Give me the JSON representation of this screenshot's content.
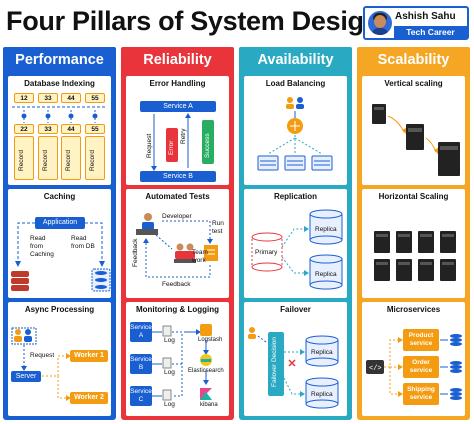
{
  "title": "Four Pillars of System Design",
  "author": {
    "name": "Ashish Sahu",
    "role": "Tech Career Coach"
  },
  "colors": {
    "performance": "#1a5fd1",
    "reliability": "#e8343a",
    "availability": "#2aa9c2",
    "scalability": "#f5a623",
    "blue": "#1a5fd1",
    "orange": "#f39c12"
  },
  "pillars": {
    "performance": {
      "title": "Performance",
      "db_indexing": {
        "title": "Database Indexing",
        "index_top": [
          "12",
          "33",
          "44",
          "55"
        ],
        "index_bottom": [
          "22",
          "33",
          "44",
          "55"
        ],
        "record_label": "Record"
      },
      "caching": {
        "title": "Caching",
        "application": "Application",
        "read_cache": "Read from Caching",
        "read_db": "Read from DB"
      },
      "async": {
        "title": "Async Processing",
        "request": "Request",
        "server": "Server",
        "worker1": "Worker 1",
        "worker2": "Worker 2"
      }
    },
    "reliability": {
      "title": "Reliability",
      "error_handling": {
        "title": "Error Handling",
        "service_a": "Service A",
        "service_b": "Service B",
        "request": "Request",
        "retry": "Retry",
        "error": "Error",
        "success": "Success"
      },
      "automated_tests": {
        "title": "Automated Tests",
        "developer": "Developer",
        "run_test": "Run test",
        "team_work": "Team work",
        "feedback_side": "Feedback",
        "feedback_bottom": "Feedback"
      },
      "monitoring": {
        "title": "Monitoring & Logging",
        "service_a": "Service A",
        "service_b": "Service B",
        "service_c": "Service C",
        "log": "Log",
        "logstash": "Logstash",
        "elasticsearch": "Elasticsearch",
        "kibana": "kibana"
      }
    },
    "availability": {
      "title": "Availability",
      "load_balancing": {
        "title": "Load Balancing"
      },
      "replication": {
        "title": "Replication",
        "primary": "Primary",
        "replica1": "Replica",
        "replica2": "Replica"
      },
      "failover": {
        "title": "Failover",
        "decision": "Failover Decision",
        "replica1": "Replica",
        "replica2": "Replica"
      }
    },
    "scalability": {
      "title": "Scalability",
      "vertical": {
        "title": "Vertical scaling"
      },
      "horizontal": {
        "title": "Horizontal Scaling"
      },
      "microservices": {
        "title": "Microservices",
        "product": "Product service",
        "order": "Order service",
        "shipping": "Shipping service"
      }
    }
  }
}
